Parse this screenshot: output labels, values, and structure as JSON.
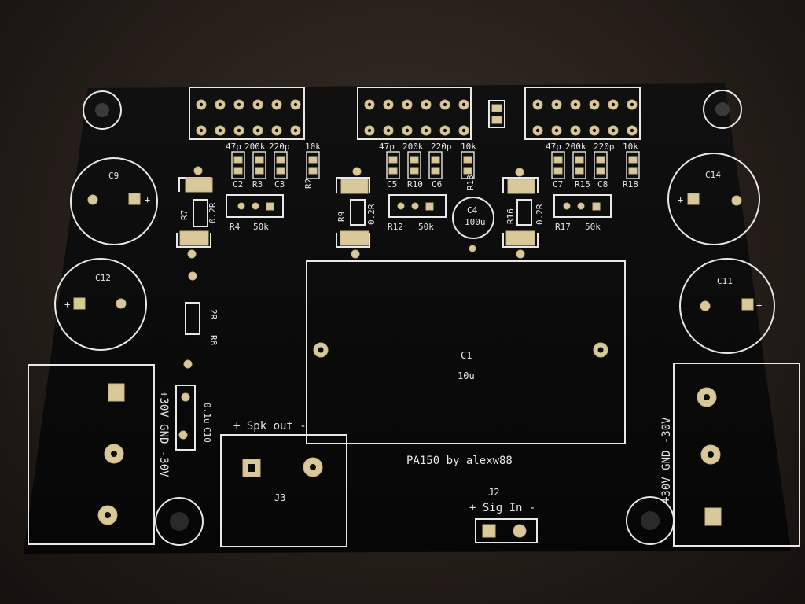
{
  "board": {
    "title": "PA150 by alexw88",
    "colors": {
      "board": "#0c0c0c",
      "silkscreen": "#e8e8e8",
      "pad": "#d9c89a",
      "background": "#241d18"
    }
  },
  "labels": {
    "c9": "C9",
    "c14": "C14",
    "c12": "C12",
    "c11": "C11",
    "c1": "C1",
    "c1_value": "10u",
    "c4": "C4",
    "c4_value": "100u",
    "c10": "C10",
    "c10_value": "0.1u",
    "r7": "R7",
    "r7_value": "0.2R",
    "r8": "R8",
    "r8_value": "2R",
    "r9": "R9",
    "r9_value": "0.2R",
    "r16": "R16",
    "r16_value": "0.2R",
    "left_group": {
      "v1": "47p",
      "v2": "200k",
      "v3": "220p",
      "v4": "10k",
      "c2": "C2",
      "r3": "R3",
      "c3": "C3",
      "r2": "R2",
      "r4": "R4",
      "r4_value": "50k"
    },
    "mid_group": {
      "v1": "47p",
      "v2": "200k",
      "v3": "220p",
      "v4": "10k",
      "c5": "C5",
      "r10": "R10",
      "c6": "C6",
      "r13": "R13",
      "r12": "R12",
      "r12_value": "50k"
    },
    "right_group": {
      "v1": "47p",
      "v2": "200k",
      "v3": "220p",
      "v4": "10k",
      "c7": "C7",
      "r15": "R15",
      "c8": "C8",
      "r18": "R18",
      "r17": "R17",
      "r17_value": "50k"
    },
    "plus": "+",
    "power_left": "+30V GND -30V",
    "power_right": "+30V GND -30V",
    "spk_out": "+ Spk out -",
    "j3": "J3",
    "j2": "J2",
    "sig_in": "+ Sig In -"
  }
}
